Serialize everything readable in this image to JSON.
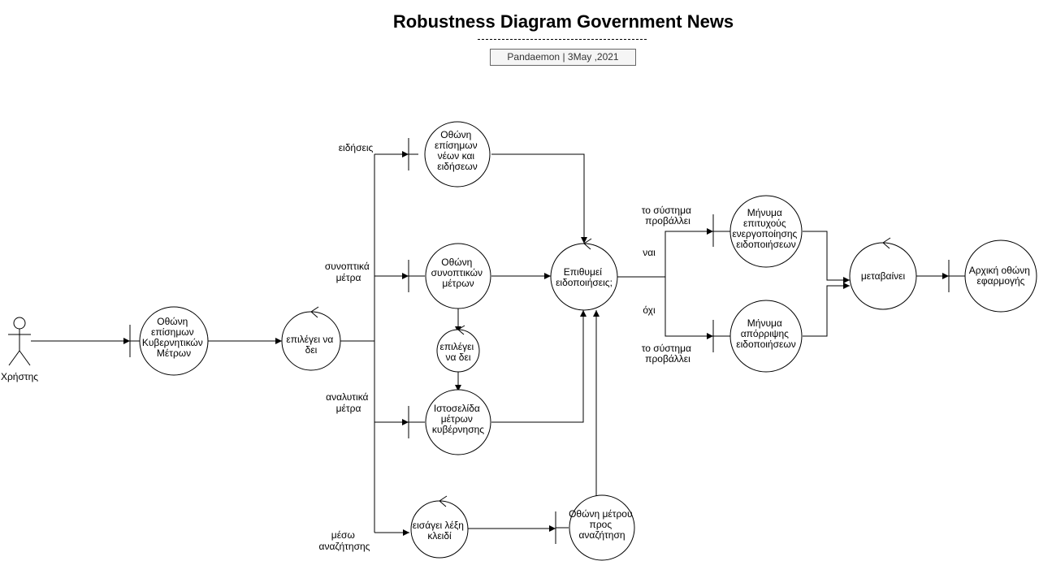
{
  "title": "Robustness Diagram Government News",
  "subtitle": "Pandaemon | 3May ,2021",
  "actor": {
    "label": "Χρήστης"
  },
  "boundaries": {
    "official_measures": [
      "Οθώνη",
      "επίσημων",
      "Κυβερνητικών",
      "Μέτρων"
    ],
    "official_news": [
      "Οθώνη",
      "επίσημων",
      "νέων και",
      "ειδήσεων"
    ],
    "summary_measures": [
      "Οθώνη",
      "συνοπτικών",
      "μέτρων"
    ],
    "gov_website": [
      "Ιστοσελίδα",
      "μέτρων",
      "κυβέρνησης"
    ],
    "search_measure": [
      "Οθώνη μέτρου",
      "προς",
      "αναζήτηση"
    ],
    "success_message": [
      "Μήνυμα",
      "επιτυχούς",
      "ενεργοποίησης",
      "ειδοποιήσεων"
    ],
    "reject_message": [
      "Μήνυμα",
      "απόρριψης",
      "ειδοποιήσεων"
    ],
    "home_screen": [
      "Αρχική οθώνη",
      "εφαρμογής"
    ]
  },
  "controls": {
    "choose_main": [
      "επιλέγει να",
      "δει"
    ],
    "choose_sub": [
      "επιλέγει",
      "να δει"
    ],
    "enter_keyword": [
      "εισάγει λέξη",
      "κλειδί"
    ],
    "wants_notifications": [
      "Επιθυμεί",
      "ειδοποιήσεις;"
    ],
    "navigates": [
      "μεταβαίνει"
    ]
  },
  "edge_labels": {
    "news": [
      "ειδήσεις"
    ],
    "summary": [
      "συνοπτικά",
      "μέτρα"
    ],
    "analytic": [
      "αναλυτικά",
      "μέτρα"
    ],
    "search": [
      "μέσω",
      "αναζήτησης"
    ],
    "yes": [
      "ναι"
    ],
    "no": [
      "όχι"
    ],
    "system_shows_1": [
      "το σύστημα",
      "προβάλλει"
    ],
    "system_shows_2": [
      "το σύστημα",
      "προβάλλει"
    ]
  },
  "colors": {
    "stroke": "#000000",
    "background": "#ffffff",
    "subtitle_bg": "#f5f5f5"
  }
}
